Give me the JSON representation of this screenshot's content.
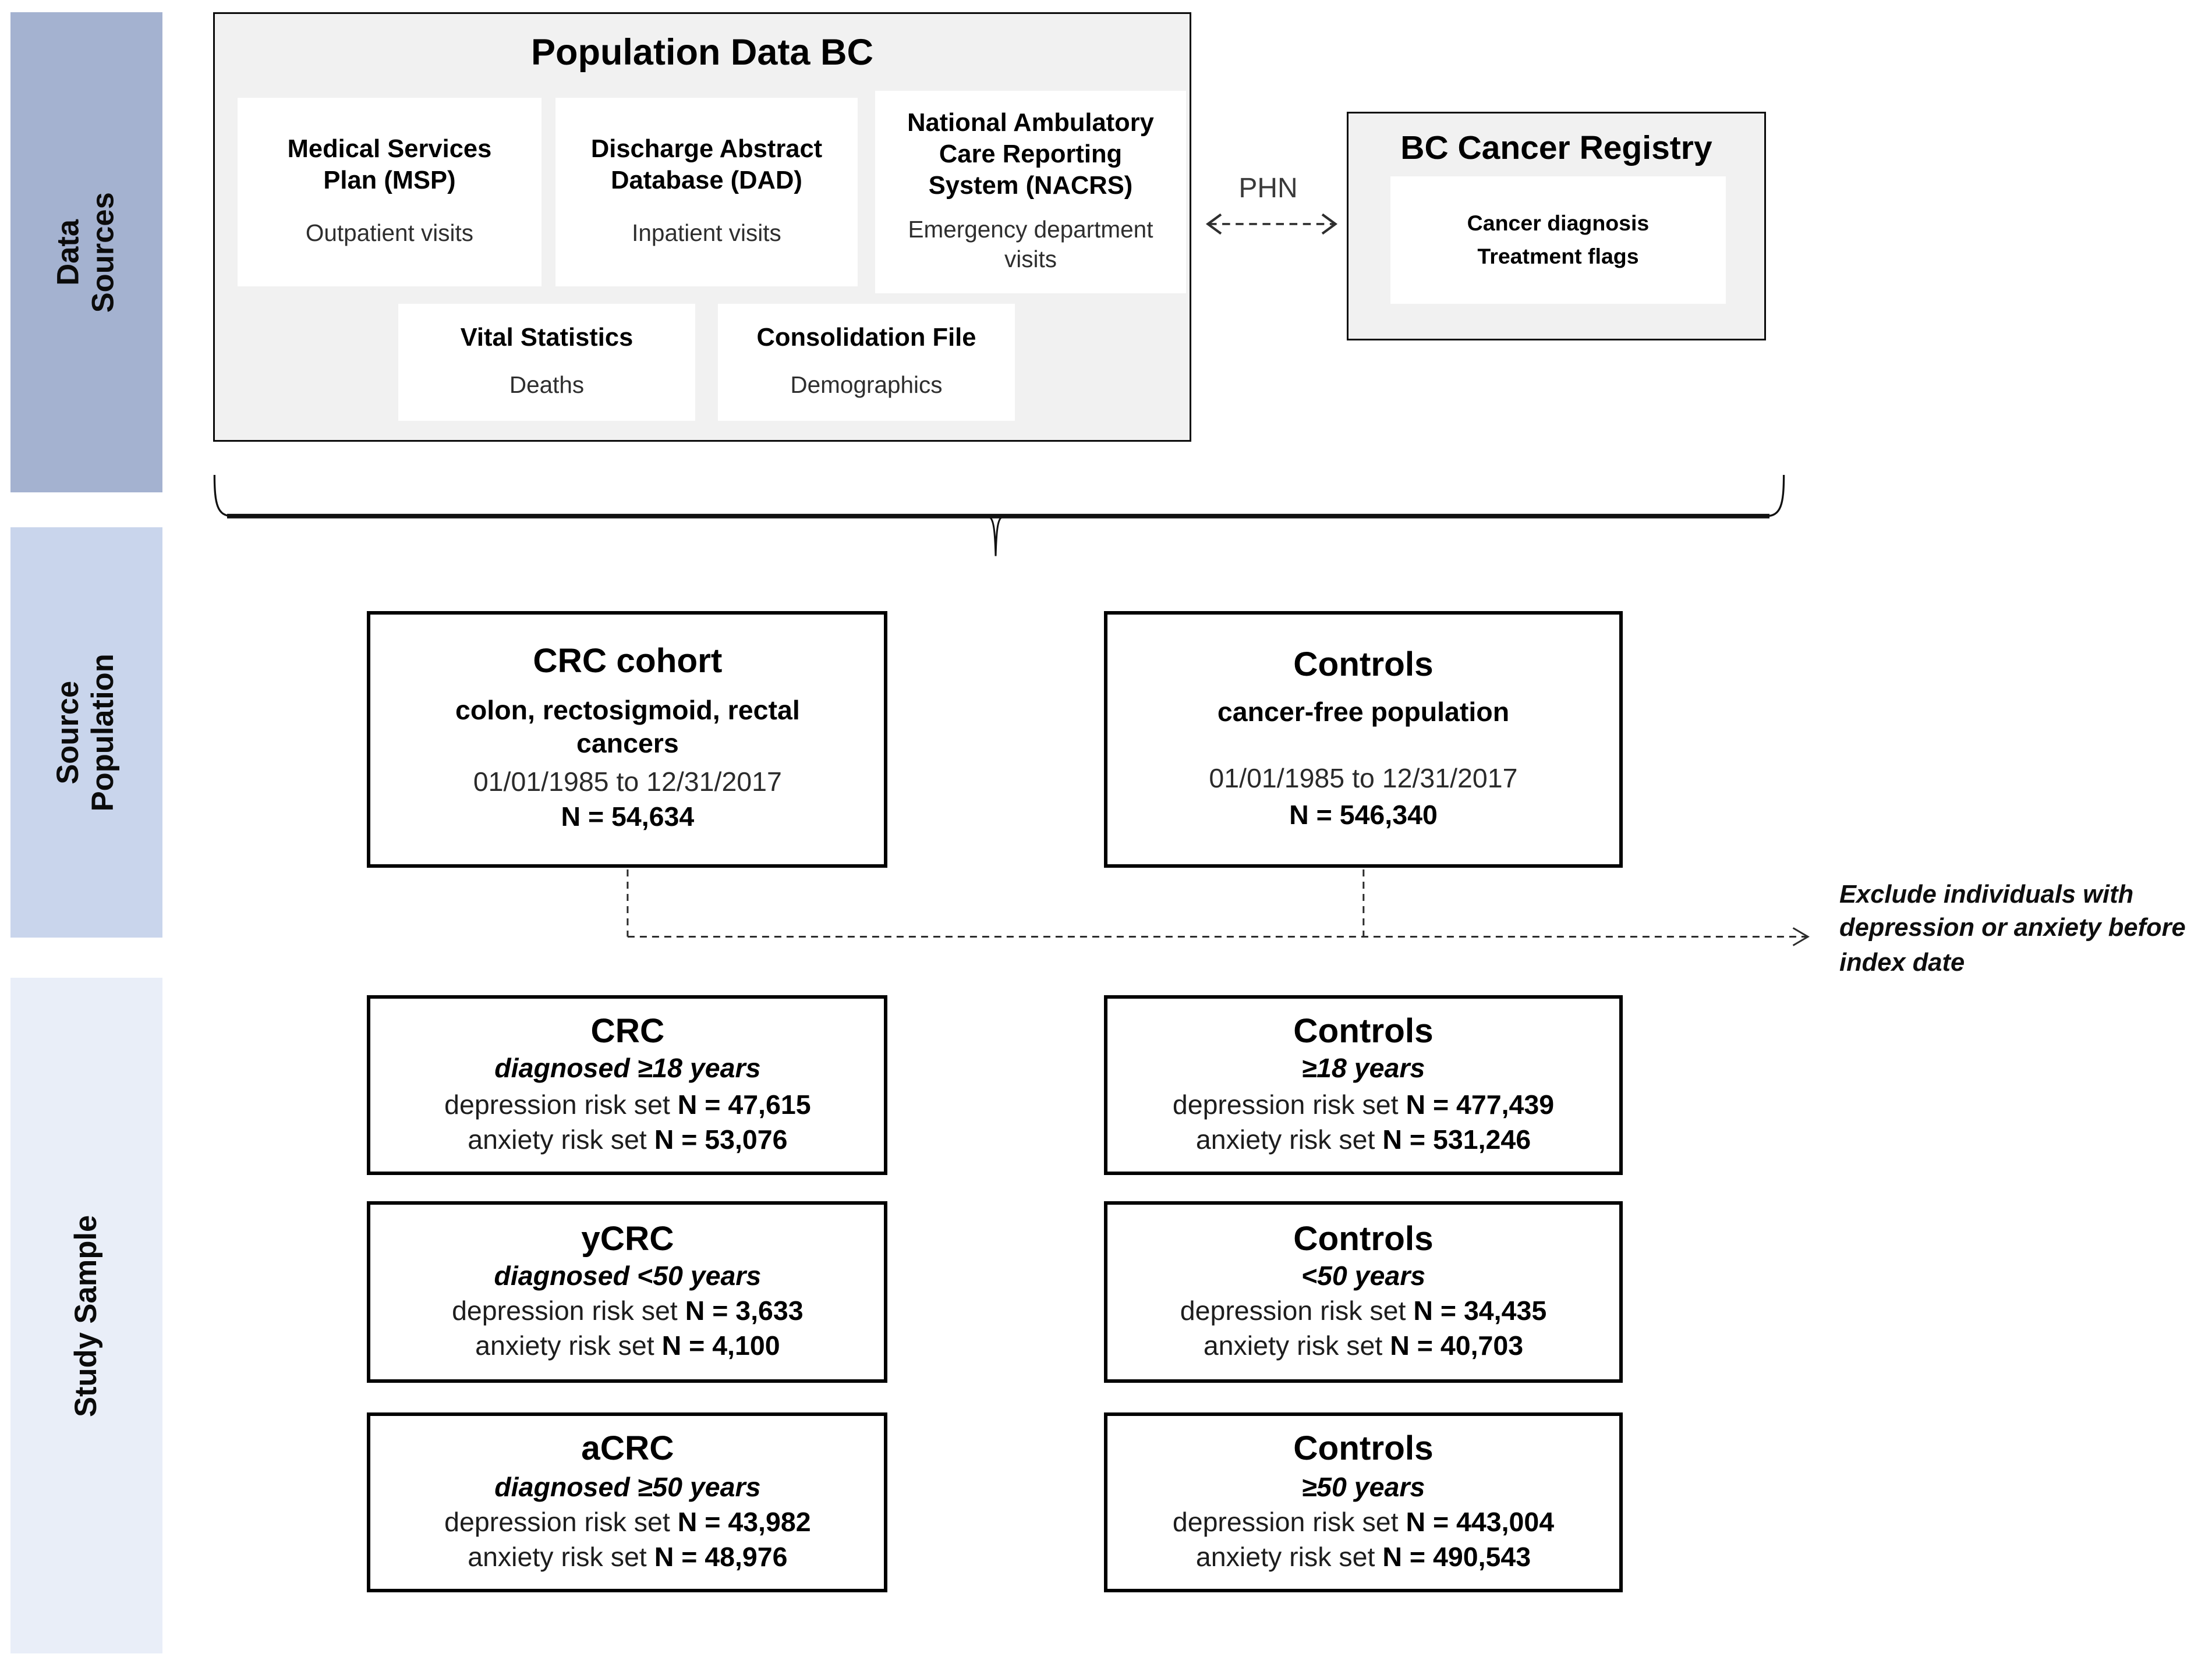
{
  "colors": {
    "band_data_sources": "#a4b2d0",
    "band_source_population": "#c9d5ec",
    "band_study_sample": "#e9eef8",
    "panel_fill": "#f1f1f1",
    "border": "#000000"
  },
  "bands": {
    "data_sources": "Data Sources",
    "source_population": "Source Population",
    "study_sample": "Study Sample"
  },
  "population_data_bc": {
    "title": "Population Data BC",
    "msp": {
      "name": "Medical Services Plan (MSP)",
      "desc": "Outpatient visits"
    },
    "dad": {
      "name": "Discharge Abstract Database (DAD)",
      "desc": "Inpatient visits"
    },
    "nacrs": {
      "name": "National Ambulatory Care Reporting System (NACRS)",
      "desc": "Emergency department visits"
    },
    "vital_statistics": {
      "name": "Vital Statistics",
      "desc": "Deaths"
    },
    "consolidation_file": {
      "name": "Consolidation File",
      "desc": "Demographics"
    }
  },
  "linkage_label": "PHN",
  "bc_cancer_registry": {
    "title": "BC Cancer Registry",
    "line1": "Cancer diagnosis",
    "line2": "Treatment flags"
  },
  "source_population": {
    "crc_cohort": {
      "title": "CRC cohort",
      "subtitle": "colon, rectosigmoid, rectal cancers",
      "period": "01/01/1985 to 12/31/2017",
      "n": "N = 54,634"
    },
    "controls": {
      "title": "Controls",
      "subtitle": "cancer-free population",
      "period": "01/01/1985 to 12/31/2017",
      "n": "N = 546,340"
    }
  },
  "exclusion_note": "Exclude individuals with depression or anxiety before index date",
  "study_sample": {
    "rows": [
      {
        "case": {
          "title": "CRC",
          "criteria": "diagnosed ≥18 years",
          "dep_label": "depression risk set",
          "dep_n": "N = 47,615",
          "anx_label": "anxiety risk set",
          "anx_n": "N = 53,076"
        },
        "control": {
          "title": "Controls",
          "criteria": "≥18 years",
          "dep_label": "depression risk set",
          "dep_n": "N = 477,439",
          "anx_label": "anxiety risk set",
          "anx_n": "N = 531,246"
        }
      },
      {
        "case": {
          "title": "yCRC",
          "criteria": "diagnosed <50 years",
          "dep_label": "depression risk set",
          "dep_n": "N = 3,633",
          "anx_label": "anxiety risk set",
          "anx_n": "N = 4,100"
        },
        "control": {
          "title": "Controls",
          "criteria": "<50 years",
          "dep_label": "depression risk set",
          "dep_n": "N = 34,435",
          "anx_label": "anxiety risk set",
          "anx_n": "N = 40,703"
        }
      },
      {
        "case": {
          "title": "aCRC",
          "criteria": "diagnosed ≥50 years",
          "dep_label": "depression risk set",
          "dep_n": "N = 43,982",
          "anx_label": "anxiety risk set",
          "anx_n": "N = 48,976"
        },
        "control": {
          "title": "Controls",
          "criteria": "≥50 years",
          "dep_label": "depression risk set",
          "dep_n": "N = 443,004",
          "anx_label": "anxiety risk set",
          "anx_n": "N = 490,543"
        }
      }
    ]
  }
}
